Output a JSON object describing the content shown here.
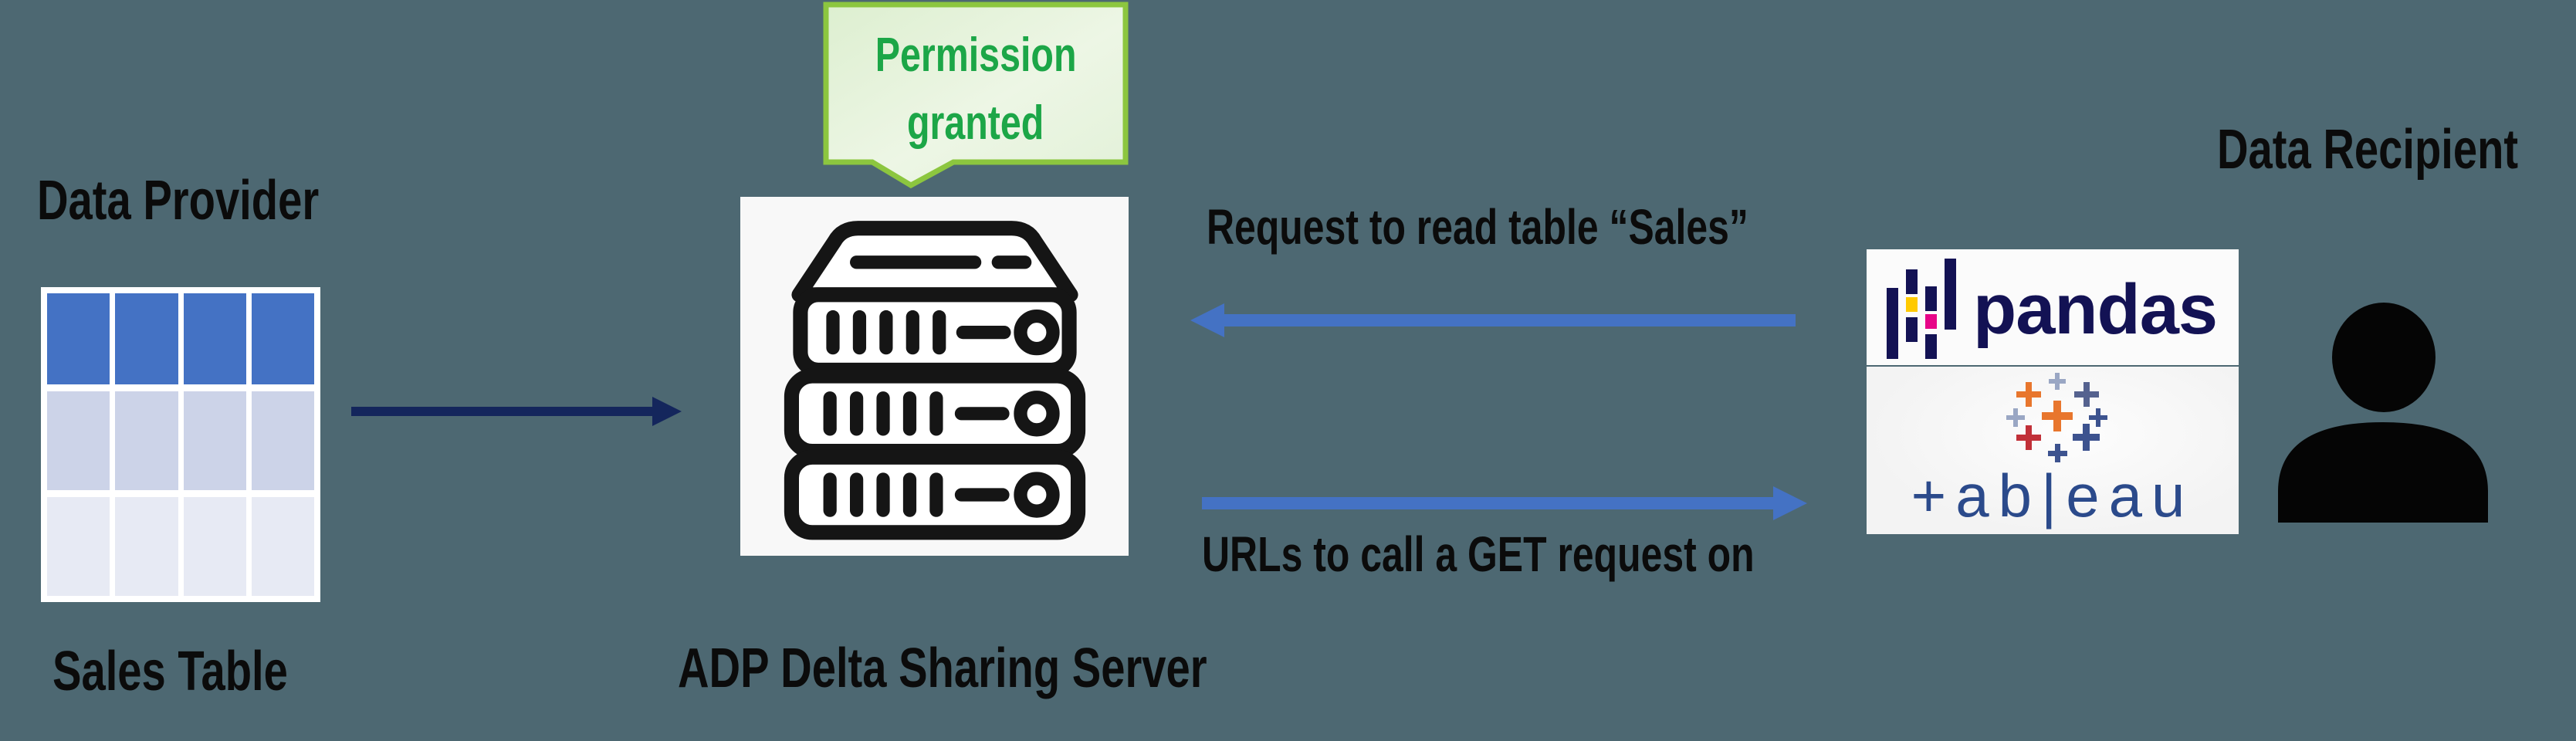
{
  "colors": {
    "background": "#4D6872",
    "arrow_navy": "#14265C",
    "arrow_blue": "#4472C4",
    "table_header": "#4472C4",
    "table_row_mid": "#CCD3E8",
    "table_row_light": "#E7EAF4",
    "callout_border": "#8CC63F",
    "callout_fill": "#E4F2D9",
    "callout_text": "#1CA647",
    "pandas_navy": "#131254",
    "pandas_yellow": "#FFCA00",
    "pandas_pink": "#E70488",
    "tableau_navy": "#3D538F",
    "tableau_slate": "#9AA7C4",
    "tableau_orange": "#E8762D",
    "tableau_red": "#C13038",
    "label_black": "#0b0b0b"
  },
  "provider": {
    "title": "Data Provider",
    "table_caption": "Sales Table"
  },
  "server": {
    "caption": "ADP Delta Sharing Server",
    "callout": {
      "line1": "Permission",
      "line2": "granted"
    }
  },
  "flows": {
    "request_label": "Request to read table “Sales”",
    "response_label": "URLs to call a GET request on"
  },
  "recipient": {
    "title": "Data Recipient",
    "pandas_wordmark": "pandas",
    "tableau_wordmark": "+ab|eau"
  }
}
